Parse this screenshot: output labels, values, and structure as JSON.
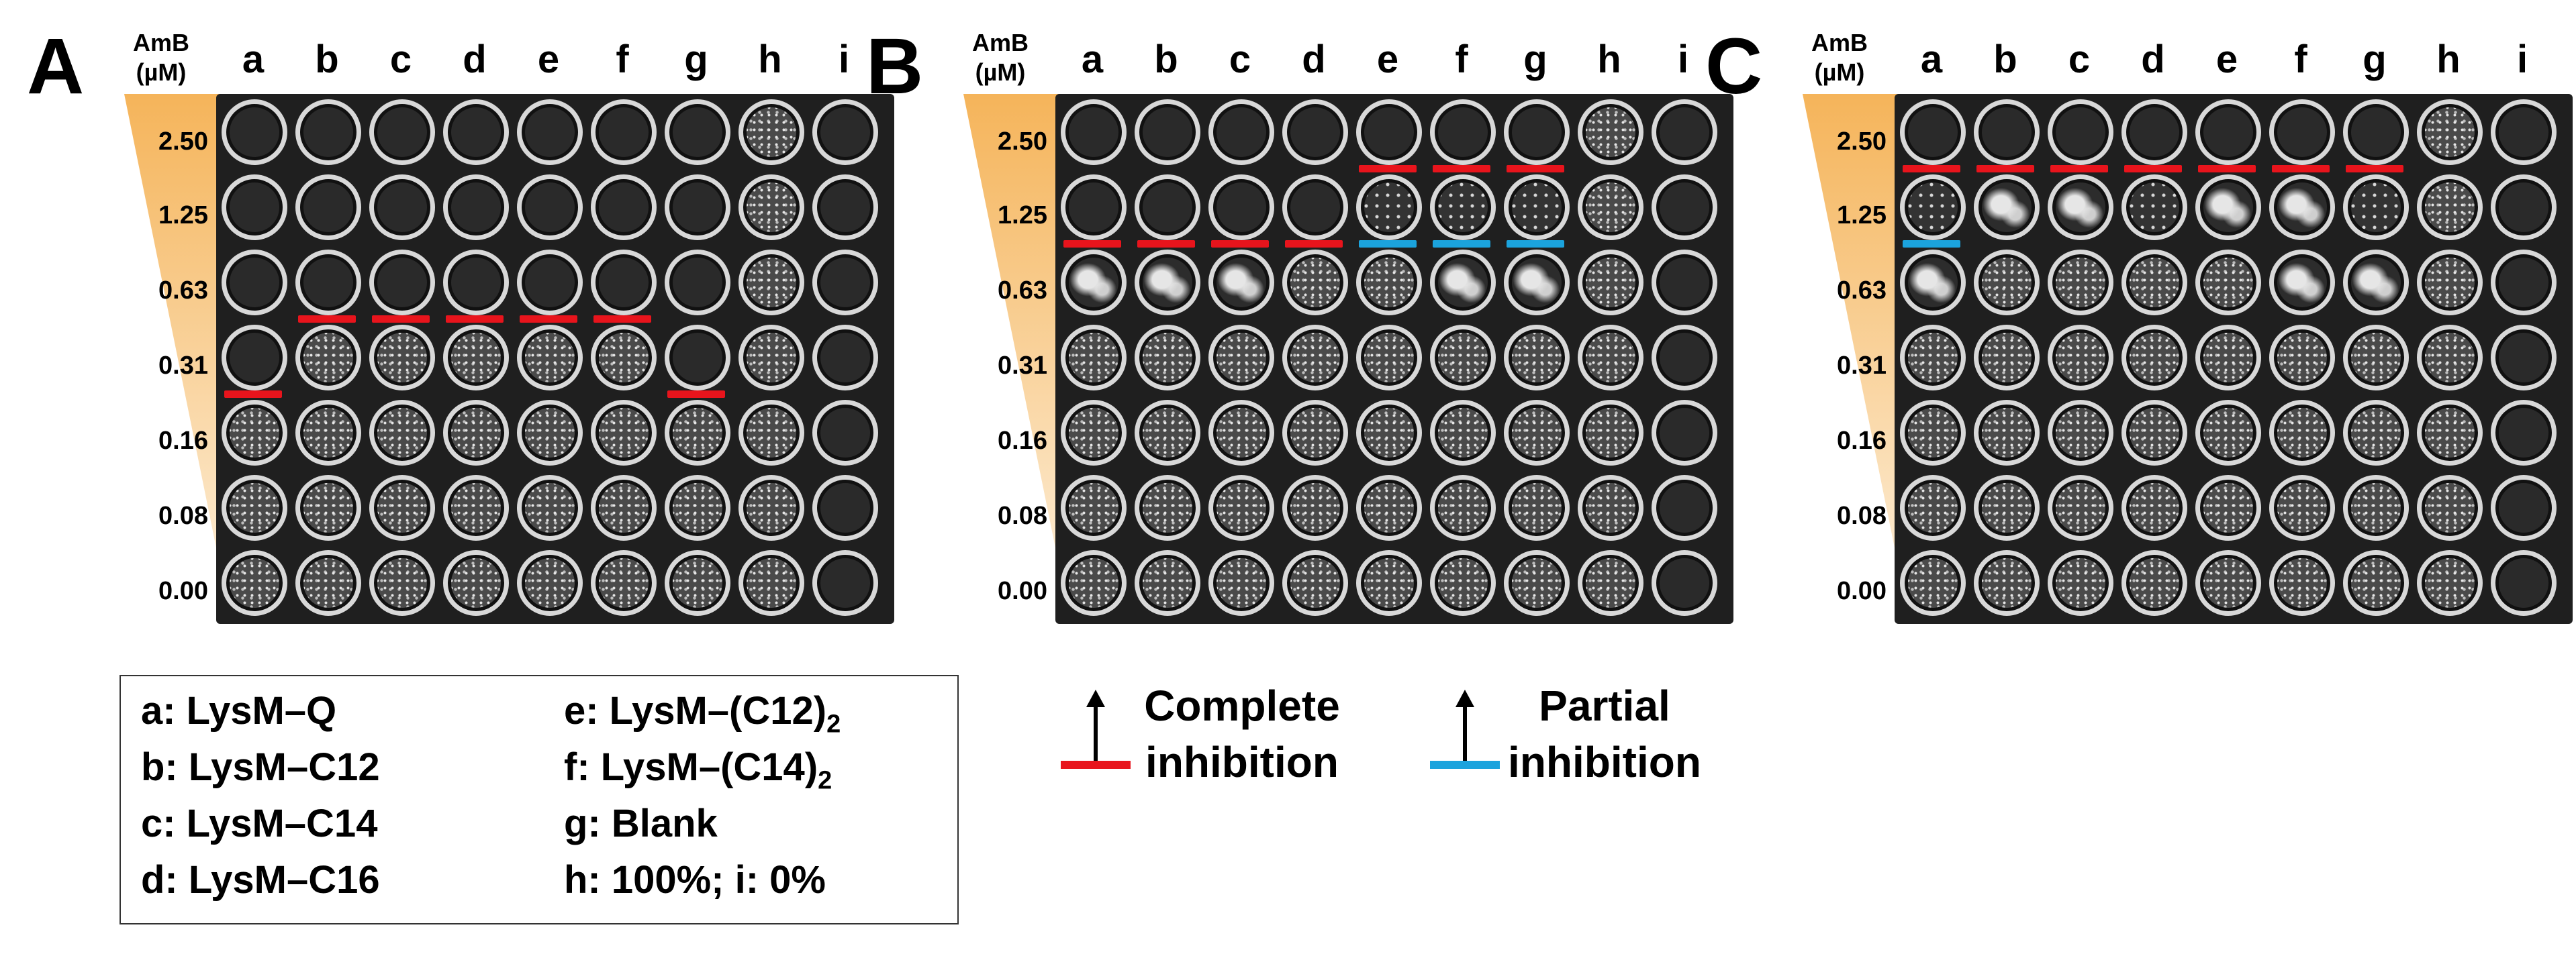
{
  "colors": {
    "complete": "#e8141c",
    "partial": "#1ba3dd",
    "wedge_top": "#f5b45a",
    "wedge_bottom": "#fdf1de"
  },
  "column_letters": [
    "a",
    "b",
    "c",
    "d",
    "e",
    "f",
    "g",
    "h",
    "i"
  ],
  "concentration_axis": {
    "label_line1": "AmB",
    "label_line2": "(µM)",
    "rows": [
      "2.50",
      "1.25",
      "0.63",
      "0.31",
      "0.16",
      "0.08",
      "0.00"
    ]
  },
  "panels": [
    {
      "letter": "A",
      "wells": [
        [
          "empty",
          "empty",
          "empty",
          "empty",
          "empty",
          "empty",
          "empty",
          "growth",
          "empty"
        ],
        [
          "empty",
          "empty",
          "empty",
          "empty",
          "empty",
          "empty",
          "empty",
          "growth",
          "empty"
        ],
        [
          "empty",
          "empty",
          "empty",
          "empty",
          "empty",
          "empty",
          "empty",
          "growth",
          "empty"
        ],
        [
          "empty",
          "growth",
          "growth",
          "growth",
          "growth",
          "growth",
          "empty",
          "growth",
          "empty"
        ],
        [
          "growth",
          "growth",
          "growth",
          "growth",
          "growth",
          "growth",
          "growth",
          "growth",
          "empty"
        ],
        [
          "growth",
          "growth",
          "growth",
          "growth",
          "growth",
          "growth",
          "growth",
          "growth",
          "empty"
        ],
        [
          "growth",
          "growth",
          "growth",
          "growth",
          "growth",
          "growth",
          "growth",
          "growth",
          "empty"
        ]
      ],
      "marks": [
        {
          "col": 0,
          "boundary": 4,
          "type": "complete"
        },
        {
          "col": 1,
          "boundary": 3,
          "type": "complete"
        },
        {
          "col": 2,
          "boundary": 3,
          "type": "complete"
        },
        {
          "col": 3,
          "boundary": 3,
          "type": "complete"
        },
        {
          "col": 4,
          "boundary": 3,
          "type": "complete"
        },
        {
          "col": 5,
          "boundary": 3,
          "type": "complete"
        },
        {
          "col": 6,
          "boundary": 4,
          "type": "complete"
        }
      ]
    },
    {
      "letter": "B",
      "wells": [
        [
          "empty",
          "empty",
          "empty",
          "empty",
          "empty",
          "empty",
          "empty",
          "growth",
          "empty"
        ],
        [
          "empty",
          "empty",
          "empty",
          "empty",
          "sparse",
          "sparse",
          "sparse",
          "growth",
          "empty"
        ],
        [
          "partial",
          "partial",
          "partial",
          "growth",
          "growth",
          "partial",
          "partial",
          "growth",
          "empty"
        ],
        [
          "growth",
          "growth",
          "growth",
          "growth",
          "growth",
          "growth",
          "growth",
          "growth",
          "empty"
        ],
        [
          "growth",
          "growth",
          "growth",
          "growth",
          "growth",
          "growth",
          "growth",
          "growth",
          "empty"
        ],
        [
          "growth",
          "growth",
          "growth",
          "growth",
          "growth",
          "growth",
          "growth",
          "growth",
          "empty"
        ],
        [
          "growth",
          "growth",
          "growth",
          "growth",
          "growth",
          "growth",
          "growth",
          "growth",
          "empty"
        ]
      ],
      "marks": [
        {
          "col": 0,
          "boundary": 2,
          "type": "complete"
        },
        {
          "col": 1,
          "boundary": 2,
          "type": "complete"
        },
        {
          "col": 2,
          "boundary": 2,
          "type": "complete"
        },
        {
          "col": 3,
          "boundary": 2,
          "type": "complete"
        },
        {
          "col": 4,
          "boundary": 1,
          "type": "complete"
        },
        {
          "col": 5,
          "boundary": 1,
          "type": "complete"
        },
        {
          "col": 6,
          "boundary": 1,
          "type": "complete"
        },
        {
          "col": 4,
          "boundary": 2,
          "type": "partial"
        },
        {
          "col": 5,
          "boundary": 2,
          "type": "partial"
        },
        {
          "col": 6,
          "boundary": 2,
          "type": "partial"
        }
      ]
    },
    {
      "letter": "C",
      "wells": [
        [
          "empty",
          "empty",
          "empty",
          "empty",
          "empty",
          "empty",
          "empty",
          "growth",
          "empty"
        ],
        [
          "sparse",
          "partial",
          "partial",
          "sparse",
          "partial",
          "partial",
          "sparse",
          "growth",
          "empty"
        ],
        [
          "partial",
          "growth",
          "growth",
          "growth",
          "growth",
          "partial",
          "partial",
          "growth",
          "empty"
        ],
        [
          "growth",
          "growth",
          "growth",
          "growth",
          "growth",
          "growth",
          "growth",
          "growth",
          "empty"
        ],
        [
          "growth",
          "growth",
          "growth",
          "growth",
          "growth",
          "growth",
          "growth",
          "growth",
          "empty"
        ],
        [
          "growth",
          "growth",
          "growth",
          "growth",
          "growth",
          "growth",
          "growth",
          "growth",
          "empty"
        ],
        [
          "growth",
          "growth",
          "growth",
          "growth",
          "growth",
          "growth",
          "growth",
          "growth",
          "empty"
        ]
      ],
      "marks": [
        {
          "col": 0,
          "boundary": 1,
          "type": "complete"
        },
        {
          "col": 1,
          "boundary": 1,
          "type": "complete"
        },
        {
          "col": 2,
          "boundary": 1,
          "type": "complete"
        },
        {
          "col": 3,
          "boundary": 1,
          "type": "complete"
        },
        {
          "col": 4,
          "boundary": 1,
          "type": "complete"
        },
        {
          "col": 5,
          "boundary": 1,
          "type": "complete"
        },
        {
          "col": 6,
          "boundary": 1,
          "type": "complete"
        },
        {
          "col": 0,
          "boundary": 2,
          "type": "partial"
        }
      ]
    }
  ],
  "legend": {
    "left": [
      "a: LysM–Q",
      "b: LysM–C12",
      "c: LysM–C14",
      "d: LysM–C16"
    ],
    "right": [
      {
        "text": "e: LysM–(C12)",
        "sub": "2"
      },
      {
        "text": "f:  LysM–(C14)",
        "sub": "2"
      },
      {
        "text": "g: Blank",
        "sub": ""
      },
      {
        "text": "h: 100%; i: 0%",
        "sub": ""
      }
    ]
  },
  "key": {
    "complete": {
      "line1": "Complete",
      "line2": "inhibition"
    },
    "partial": {
      "line1": "Partial",
      "line2": "inhibition"
    }
  }
}
